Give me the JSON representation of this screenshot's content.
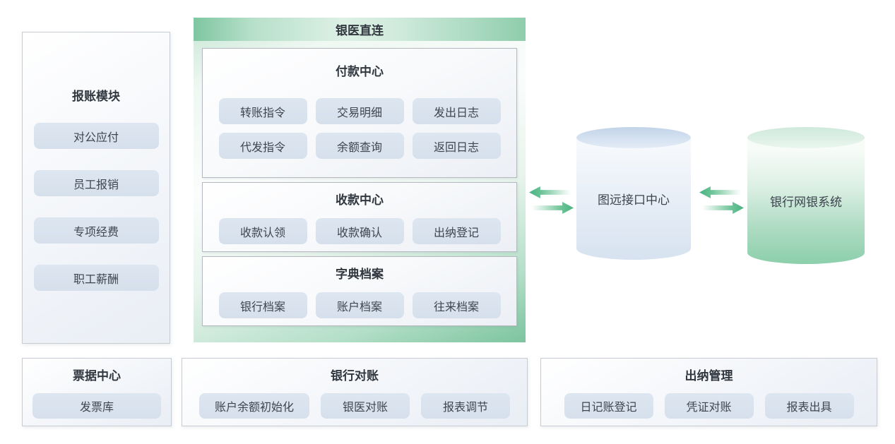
{
  "colors": {
    "accent_green": "#49b282",
    "green_edge": "#7cc49e",
    "chip_bg": "#d9e3ee",
    "panel_border": "#c7ccd3",
    "title_text": "#31373f",
    "chip_text": "#3d4650",
    "cylinder_blue": "#d7e2f0",
    "cylinder_green": "#8ccfab"
  },
  "left_panel": {
    "title": "报账模块",
    "items": [
      "对公应付",
      "员工报销",
      "专项经费",
      "职工薪酬"
    ]
  },
  "center_panel": {
    "title": "银医直连",
    "sections": [
      {
        "title": "付款中心",
        "items": [
          "转账指令",
          "交易明细",
          "发出日志",
          "代发指令",
          "余额查询",
          "返回日志"
        ]
      },
      {
        "title": "收款中心",
        "items": [
          "收款认领",
          "收款确认",
          "出纳登记"
        ]
      },
      {
        "title": "字典档案",
        "items": [
          "银行档案",
          "账户档案",
          "往来档案"
        ]
      }
    ]
  },
  "cylinders": [
    {
      "label": "图远接口中心"
    },
    {
      "label": "银行网银系统"
    }
  ],
  "bottom_panels": [
    {
      "title": "票据中心",
      "items": [
        "发票库"
      ]
    },
    {
      "title": "银行对账",
      "items": [
        "账户余额初始化",
        "银医对账",
        "报表调节"
      ]
    },
    {
      "title": "出纳管理",
      "items": [
        "日记账登记",
        "凭证对账",
        "报表出具"
      ]
    }
  ]
}
